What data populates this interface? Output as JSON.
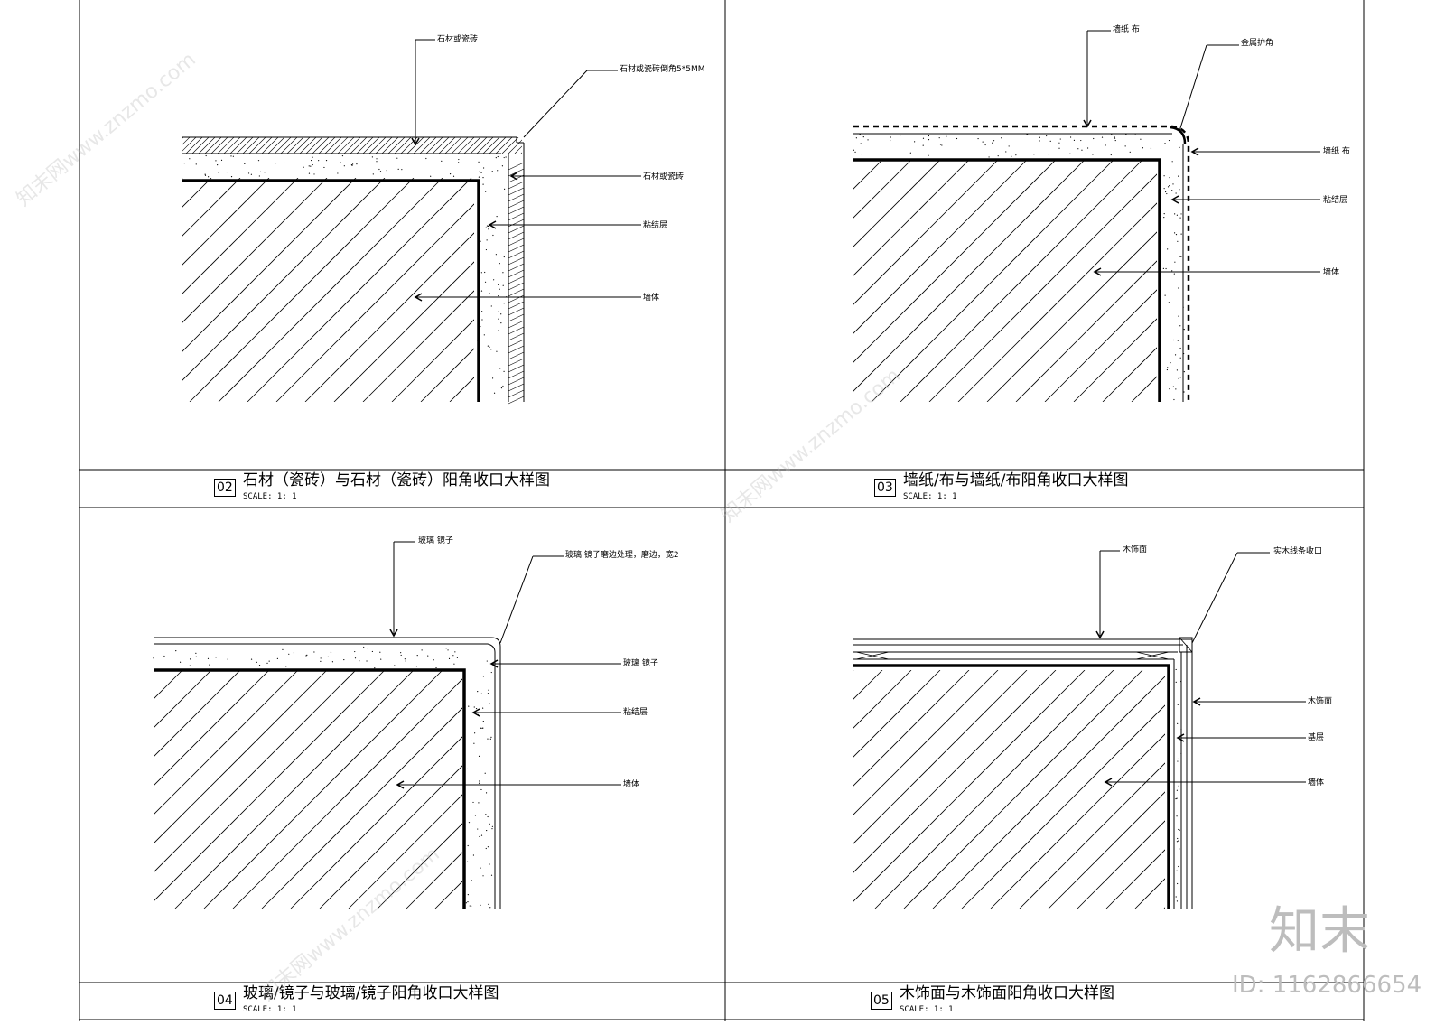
{
  "panels": [
    {
      "number": "02",
      "title": "石材（瓷砖）与石材（瓷砖）阳角收口大样图",
      "scale": "SCALE: 1:  1",
      "labels": [
        "石材或瓷砖",
        "石材或瓷砖倒角5*5MM",
        "石材或瓷砖",
        "粘结层",
        "墙体"
      ]
    },
    {
      "number": "03",
      "title": "墙纸/布与墙纸/布阳角收口大样图",
      "scale": "SCALE: 1:  1",
      "labels": [
        "墙纸 布",
        "金属护角",
        "墙纸 布",
        "粘结层",
        "墙体"
      ]
    },
    {
      "number": "04",
      "title": "玻璃/镜子与玻璃/镜子阳角收口大样图",
      "scale": "SCALE: 1:  1",
      "labels": [
        "玻璃 镜子",
        "玻璃 镜子磨边处理，磨边，宽2",
        "玻璃 镜子",
        "粘结层",
        "墙体"
      ]
    },
    {
      "number": "05",
      "title": "木饰面与木饰面阳角收口大样图",
      "scale": "SCALE: 1:  1",
      "labels": [
        "木饰面",
        "实木线条收口",
        "木饰面",
        "基层",
        "墙体"
      ]
    }
  ],
  "watermark": {
    "logo_text": "知末",
    "id_text": "ID: 1162866654",
    "site_text": "知末网www.znzmo.com"
  },
  "colors": {
    "line": "#000000",
    "watermark": "#bdbdbd",
    "background": "#ffffff"
  }
}
